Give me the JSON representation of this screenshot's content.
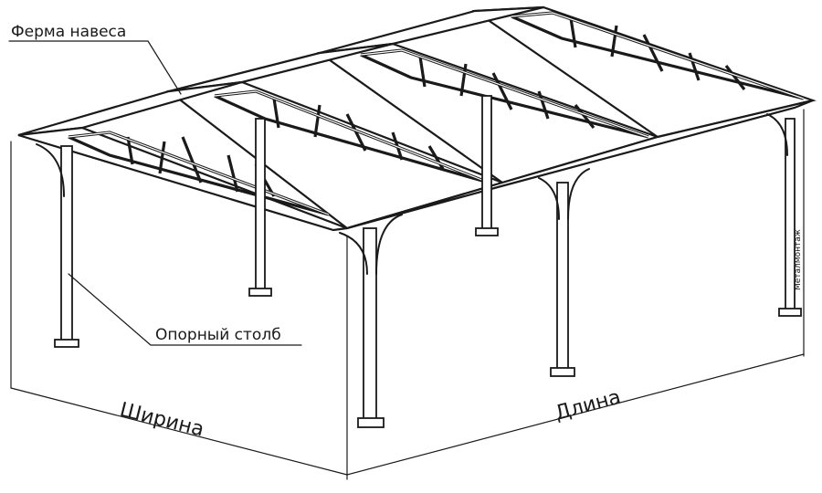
{
  "labels": {
    "truss": "Ферма навеса",
    "post": "Опорный столб",
    "width": "Ширина",
    "length": "Длина",
    "watermark": "Металмонтаж"
  },
  "colors": {
    "line": "#1a1a1a",
    "background": "#ffffff"
  }
}
